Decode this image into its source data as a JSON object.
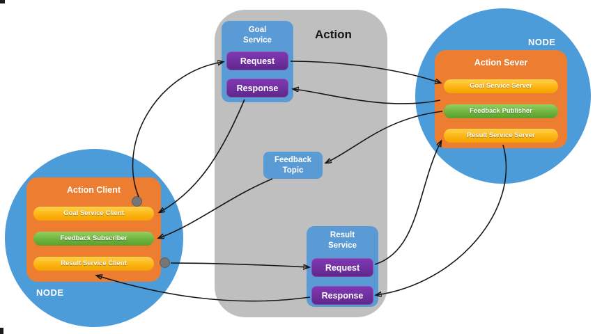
{
  "action_box": {
    "label": "Action"
  },
  "goal_service": {
    "title": "Goal Service",
    "request_label": "Request",
    "response_label": "Response"
  },
  "feedback_topic": {
    "label": "Feedback Topic"
  },
  "result_service": {
    "title": "Result Service",
    "request_label": "Request",
    "response_label": "Response"
  },
  "server_node": {
    "node_label": "NODE",
    "title": "Action Sever",
    "items": [
      {
        "label": "Goal Service Server",
        "color": "yellow"
      },
      {
        "label": "Feedback Publisher",
        "color": "green"
      },
      {
        "label": "Result Service Server",
        "color": "yellow"
      }
    ]
  },
  "client_node": {
    "node_label": "NODE",
    "title": "Action Client",
    "items": [
      {
        "label": "Goal Service Client",
        "color": "yellow"
      },
      {
        "label": "Feedback Subscriber",
        "color": "green"
      },
      {
        "label": "Result Service Client",
        "color": "yellow"
      }
    ]
  },
  "colors": {
    "node_circle": "#4b9cd9",
    "action_container": "#bfbfbf",
    "panel_orange": "#ed7d31",
    "service_blue": "#5b9bd5",
    "button_purple": "#7030a0",
    "pill_yellow": "#fdb414",
    "pill_green": "#6fb33e",
    "arrow": "#161616",
    "dot_gray": "#767676"
  }
}
